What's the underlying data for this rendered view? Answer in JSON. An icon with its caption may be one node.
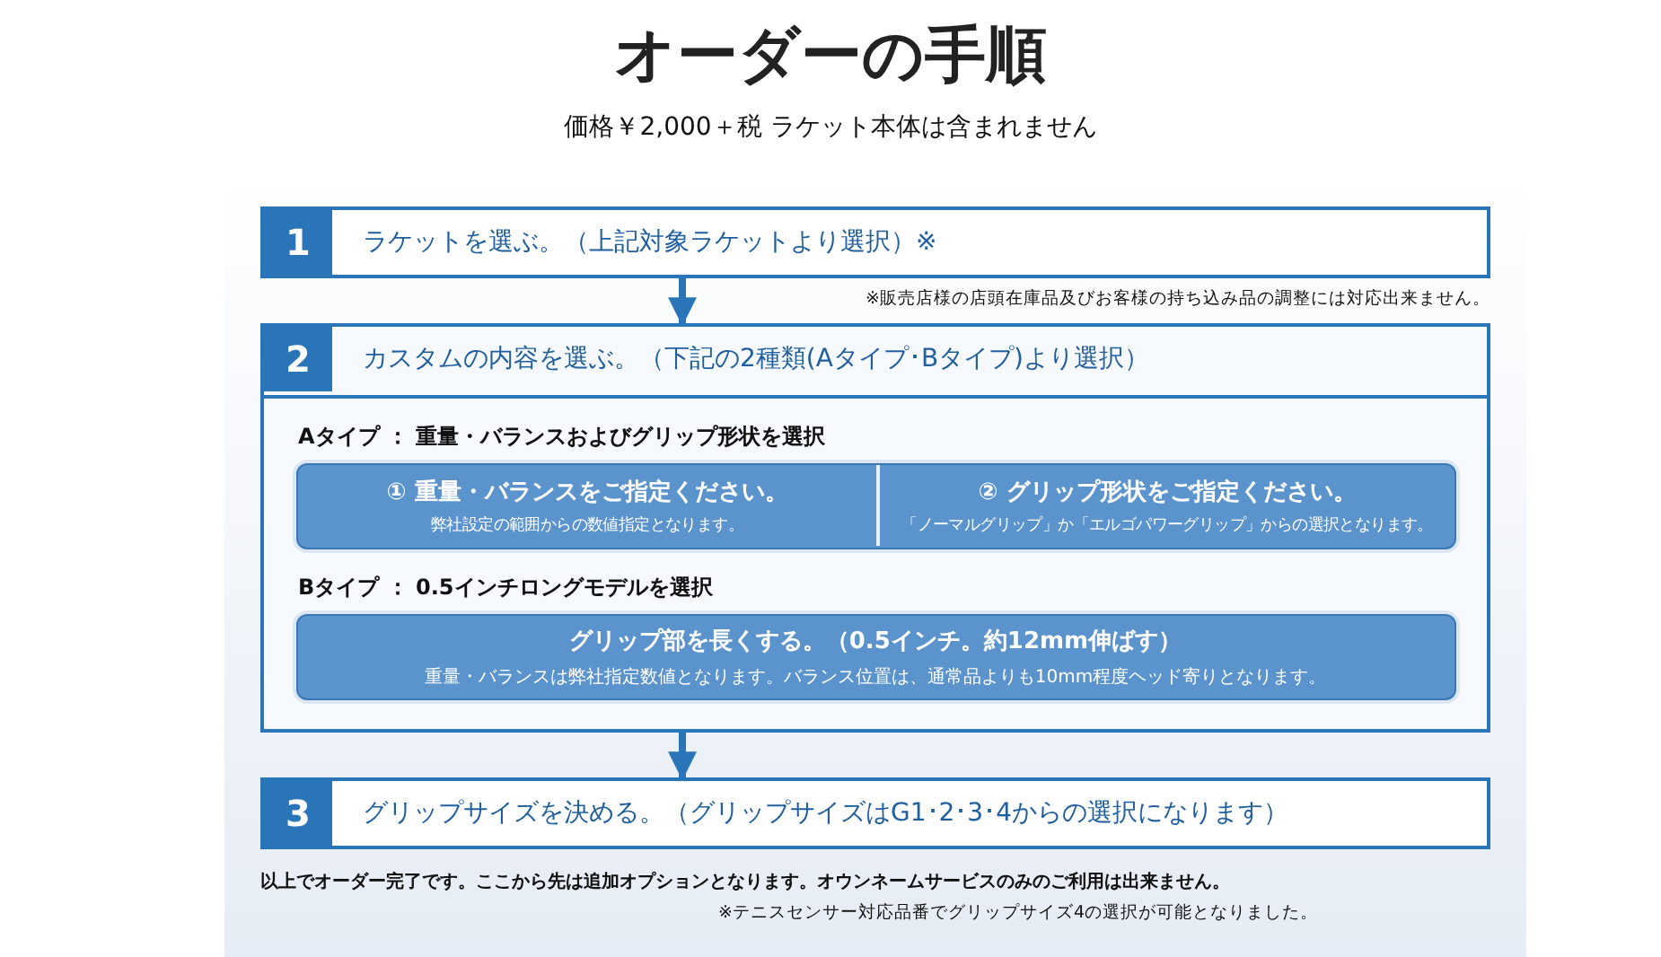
{
  "diagram": {
    "title": "オーダーの手順",
    "nodes": [
      {
        "text": [
          "1",
          "ラケットを選ぶ。（上記対象ラケットより選択）※"
        ],
        "beside": [
          "※販売店様の店頭在庫品及びお客様の持ち込み品の調整には対応出来ません。"
        ]
      },
      {
        "text": [
          "2",
          "カスタムの内容を選ぶ。（下記の2種類(Aタイプ･Bタイプ)より選択）"
        ]
      },
      {
        "text": [
          "Aタイプ ： 重量・バランスおよびグリップ形状を選択"
        ],
        "in": 1
      },
      {
        "text": [
          "① 重量・バランスをご指定ください。",
          "弊社設定の範囲からの数値指定となります。"
        ],
        "in": 2
      },
      {
        "text": [
          "② グリップ形状をご指定ください。",
          "「ノーマルグリップ」か「エルゴパワーグリップ」からの選択となります。"
        ],
        "in": 2
      },
      {
        "text": [
          "Bタイプ ： 0.5インチロングモデルを選択",
          "グリップ部を長くする。（0.5インチ。約12mm伸ばす）",
          "重量・バランスは弊社指定数値となります。バランス位置は、通常品よりも10mm程度ヘッド寄りとなります。"
        ],
        "in": 1
      },
      {
        "text": [
          "3",
          "グリップサイズを決める。（グリップサイズはG1･2･3･4からの選択になります）"
        ]
      }
    ],
    "edges": [
      {
        "from": 0,
        "to": 1,
        "arrow": "to"
      },
      {
        "from": 1,
        "to": 6,
        "arrow": "to"
      }
    ],
    "labels": [
      "価格￥2,000＋税  ラケット本体は含まれません",
      "以上でオーダー完了です。ここから先は追加オプションとなります。オウンネームサービスのみのご利用は出来ません。",
      "※テニスセンサー対応品番でグリップサイズ4の選択が可能となりました。"
    ]
  }
}
